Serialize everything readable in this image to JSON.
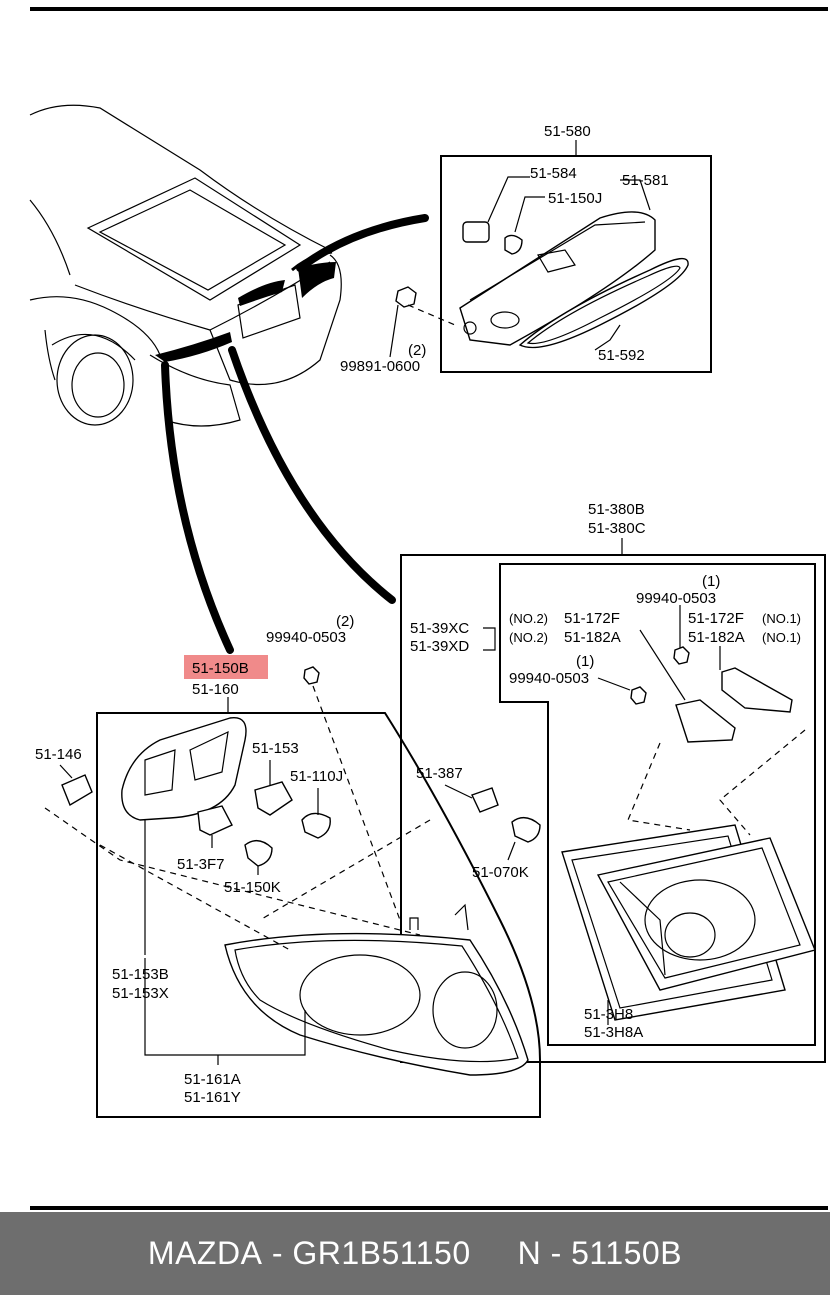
{
  "colors": {
    "highlight": "#f08a8a",
    "footer_bg": "#6e6e6e",
    "footer_text": "#ffffff"
  },
  "footer": {
    "brand": "MAZDA",
    "sep1": " - ",
    "part_number": "GR1B51150",
    "gap": "     ",
    "ref_prefix": "N",
    "sep2": " - ",
    "ref_number": "51150B"
  },
  "callouts": {
    "c51580": "51-580",
    "c51584": "51-584",
    "c51150J": "51-150J",
    "c51581": "51-581",
    "c51592": "51-592",
    "q2a": "(2)",
    "c99891": "99891-0600",
    "c51380B": "51-380B",
    "c51380C": "51-380C",
    "q1a": "(1)",
    "c99940a": "99940-0503",
    "c5139XC": "51-39XC",
    "c5139XD": "51-39XD",
    "no2a": "(NO.2)",
    "c51172Fa": "51-172F",
    "no2b": "(NO.2)",
    "c51182Aa": "51-182A",
    "c51172Fb": "51-172F",
    "no1a": "(NO.1)",
    "c51182Ab": "51-182A",
    "no1b": "(NO.1)",
    "q1b": "(1)",
    "c99940b": "99940-0503",
    "q2b": "(2)",
    "c99940c": "99940-0503",
    "c51150B": "51-150B",
    "c51160": "51-160",
    "c51146": "51-146",
    "c51153": "51-153",
    "c51110J": "51-110J",
    "c513F7": "51-3F7",
    "c51150K": "51-150K",
    "c51387": "51-387",
    "c51070K": "51-070K",
    "c51153B": "51-153B",
    "c51153X": "51-153X",
    "c51161A": "51-161A",
    "c51161Y": "51-161Y",
    "c513H8": "51-3H8",
    "c513H8A": "51-3H8A"
  }
}
